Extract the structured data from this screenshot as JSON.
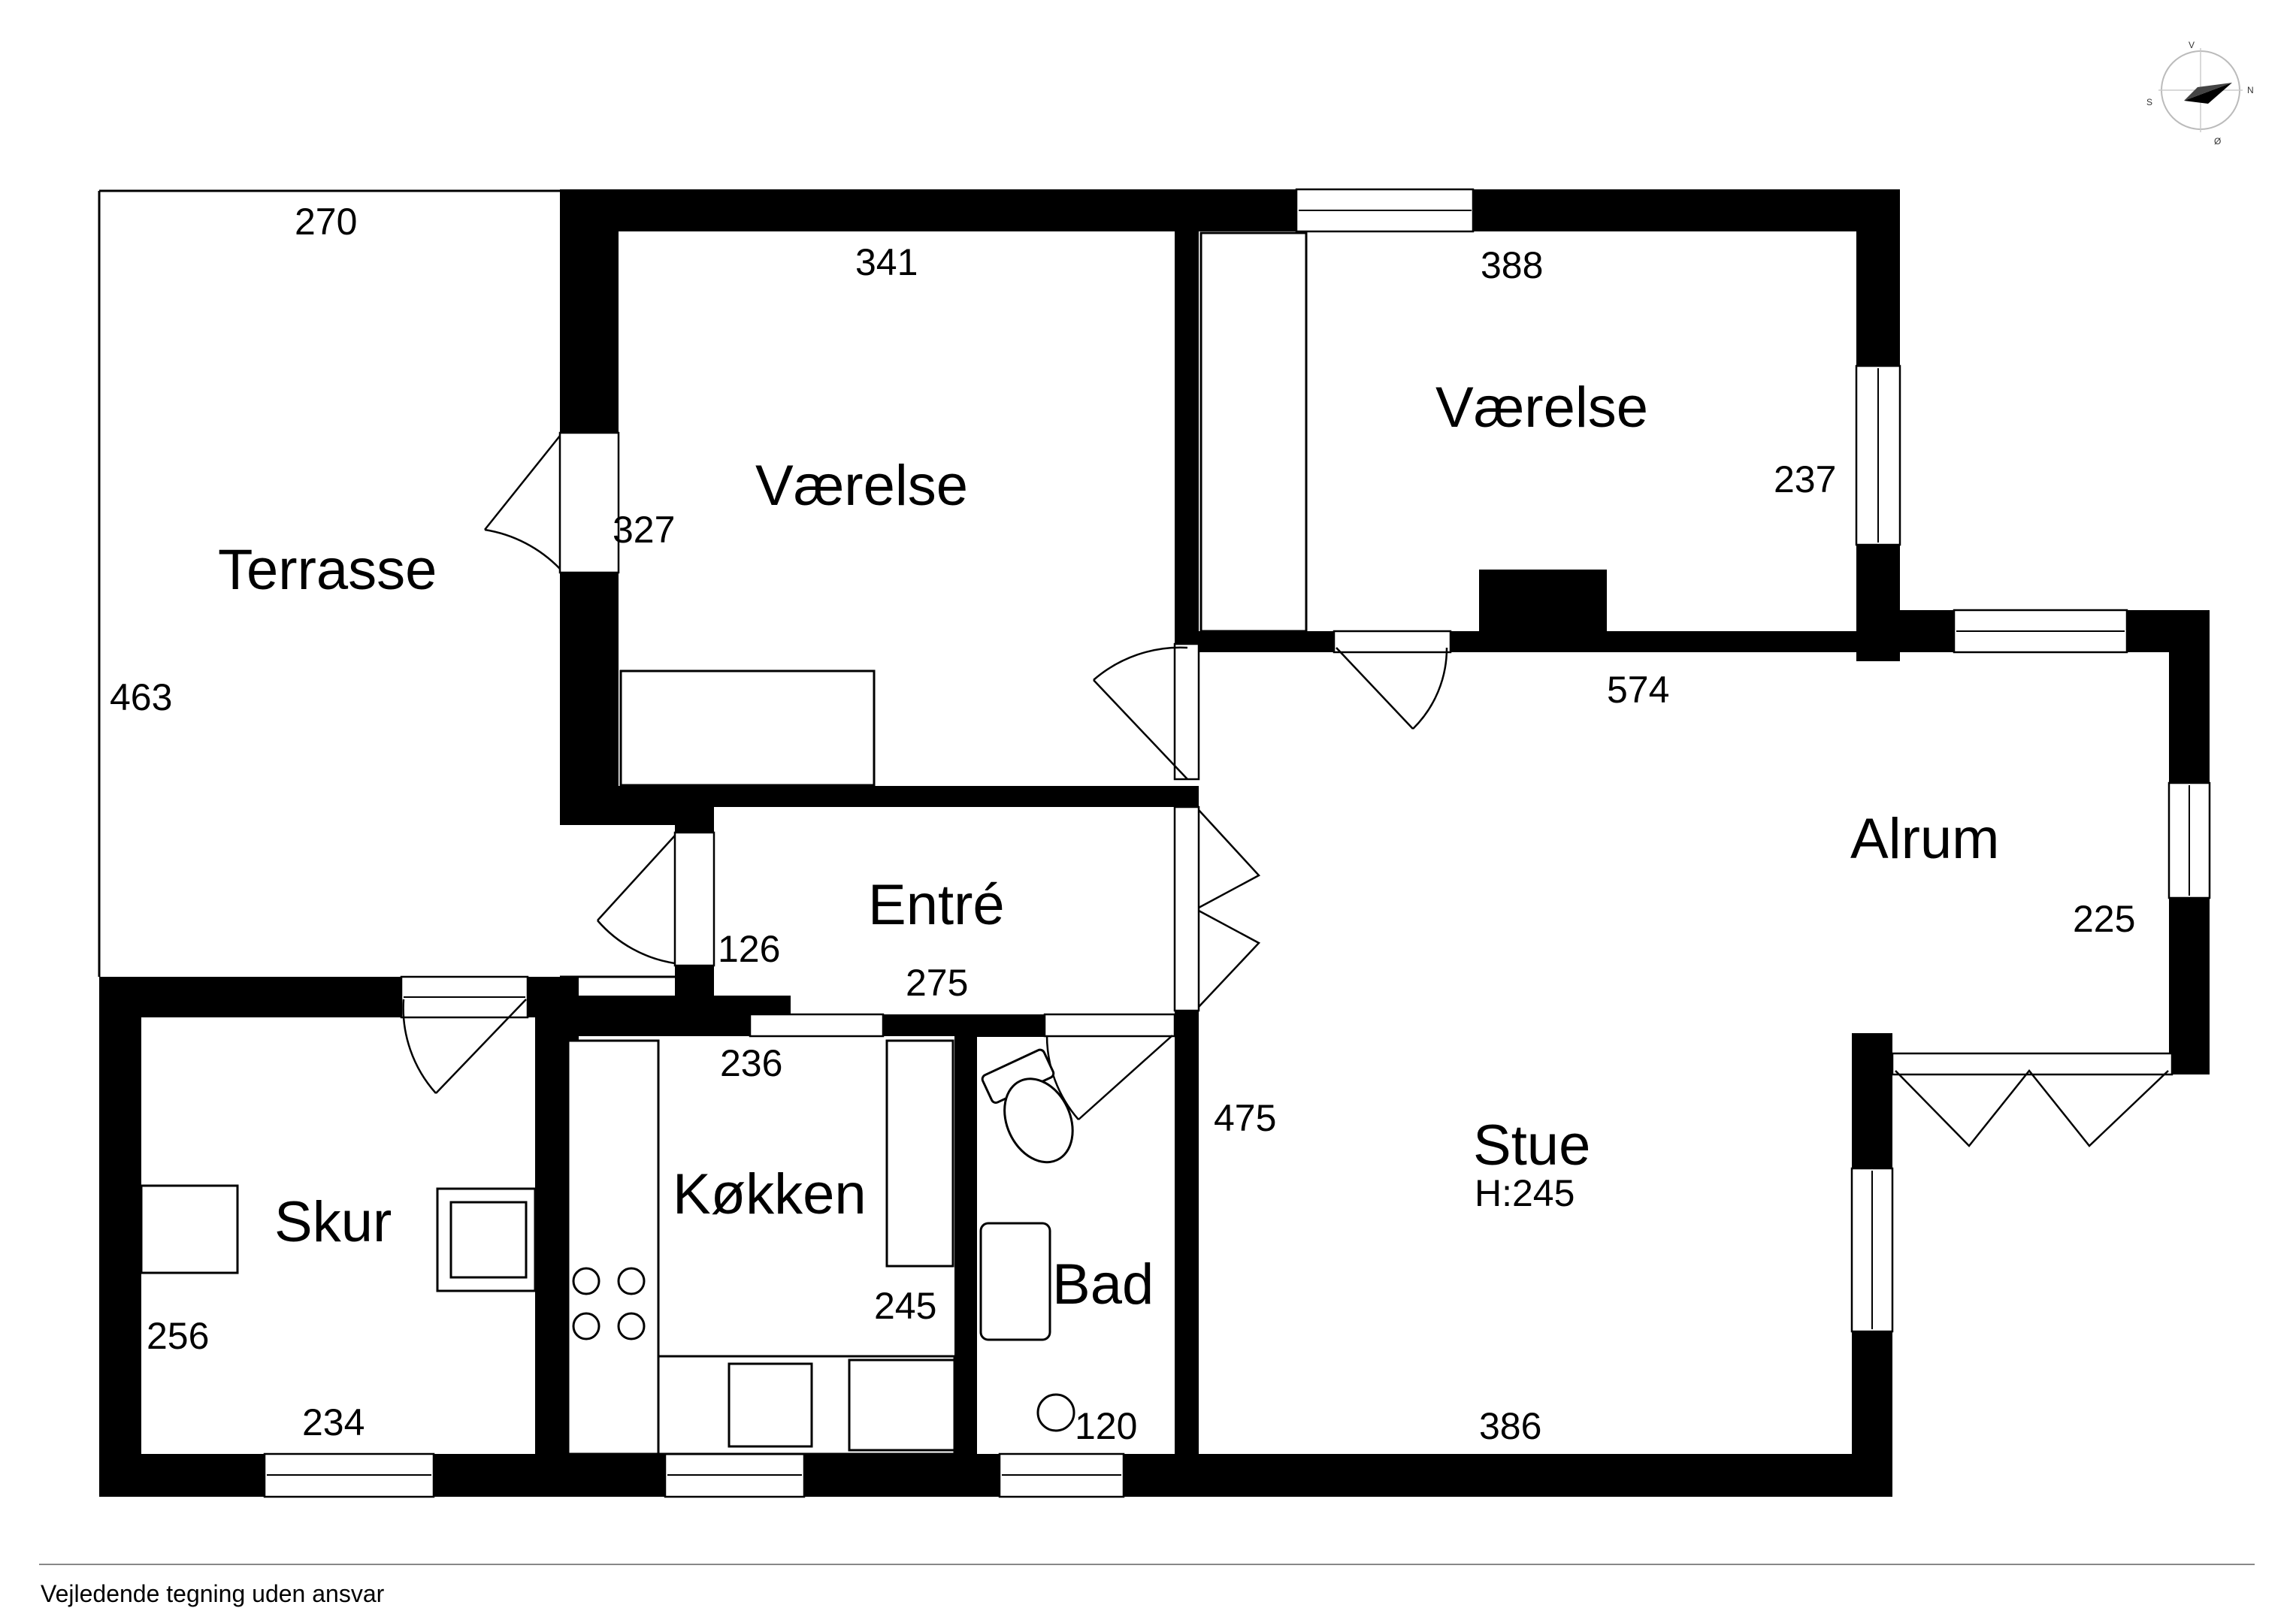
{
  "rooms": {
    "terrasse": "Terrasse",
    "vaerelse_1": "Værelse",
    "vaerelse_2": "Værelse",
    "alrum": "Alrum",
    "entre": "Entré",
    "stue": "Stue",
    "stue_height": "H:245",
    "skur": "Skur",
    "kokken": "Køkken",
    "bad": "Bad"
  },
  "dimensions": {
    "terrasse_width": "270",
    "terrasse_depth": "463",
    "vaerelse_1_width": "341",
    "vaerelse_1_depth": "327",
    "vaerelse_2_width": "388",
    "vaerelse_2_depth": "237",
    "alrum_width": "574",
    "alrum_depth": "225",
    "entre_width": "275",
    "entre_depth": "126",
    "stue_width": "386",
    "stue_depth": "475",
    "skur_width": "234",
    "skur_depth": "256",
    "kokken_width": "236",
    "kokken_depth": "245",
    "bad_width": "120"
  },
  "compass": {
    "n": "N",
    "s": "S",
    "v": "V",
    "o": "Ø"
  },
  "disclaimer": "Vejledende tegning uden ansvar"
}
